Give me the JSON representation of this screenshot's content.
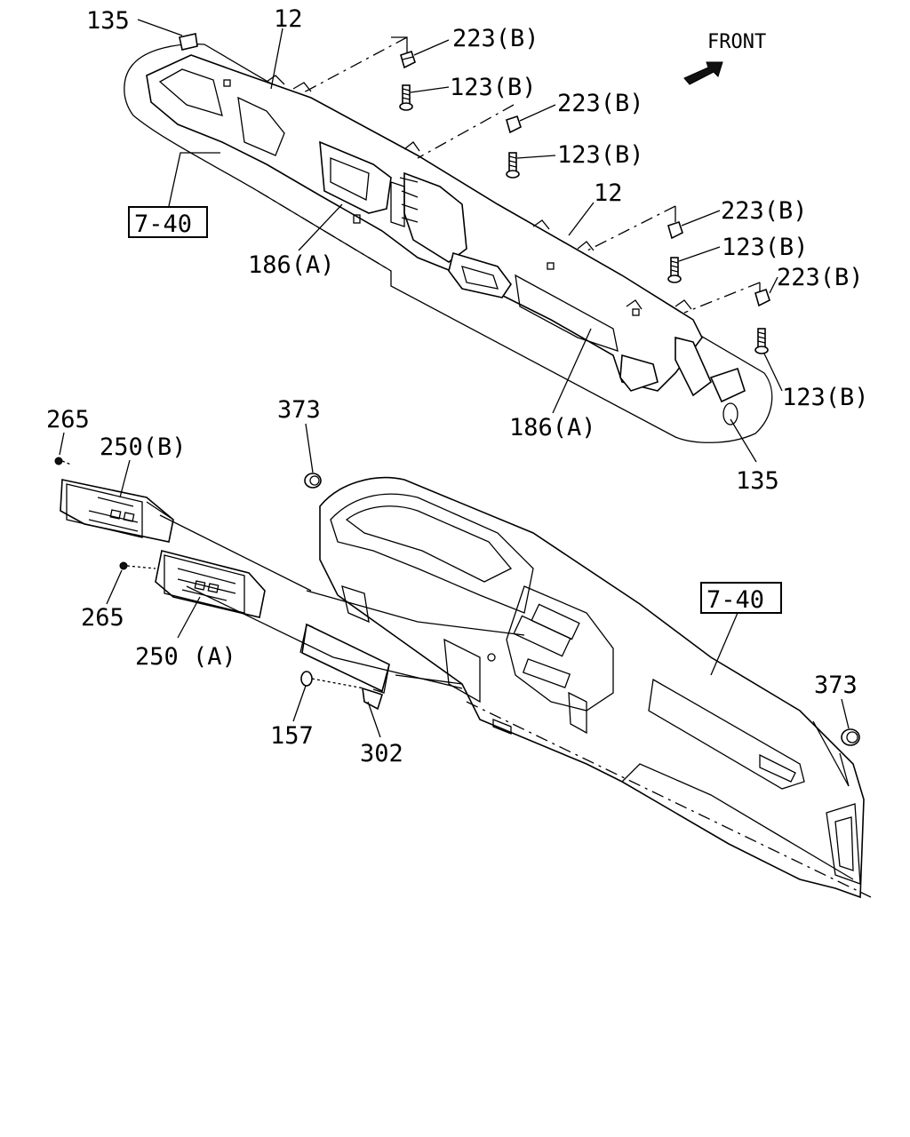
{
  "front_label": "FRONT",
  "labels": {
    "p135_top": "135",
    "p12_left": "12",
    "p223b_1": "223(B)",
    "p123b_1": "123(B)",
    "p223b_2": "223(B)",
    "p123b_2": "123(B)",
    "p12_right": "12",
    "p223b_3": "223(B)",
    "p123b_3": "123(B)",
    "p223b_4": "223(B)",
    "p123b_4": "123(B)",
    "p186a_left": "186(A)",
    "p186a_right": "186(A)",
    "p135_bottom": "135",
    "ref740_top": "7-40",
    "ref740_bottom": "7-40",
    "p373_left": "373",
    "p373_right": "373",
    "p265_top": "265",
    "p265_bottom": "265",
    "p250b": "250(B)",
    "p250a": "250 (A)",
    "p157": "157",
    "p302": "302"
  }
}
